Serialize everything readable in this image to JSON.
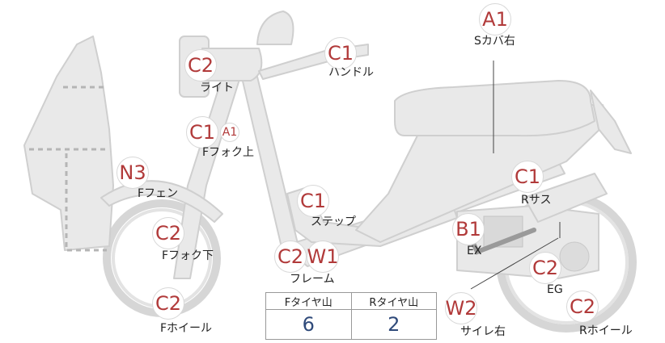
{
  "colors": {
    "part_fill": "#e9e9e9",
    "part_stroke": "#cfcfcf",
    "badge_text": "#b13a3a",
    "tire_value": "#2f4a7a"
  },
  "parts": [
    {
      "id": "s-cover-right",
      "codes": [
        {
          "code": "A1"
        }
      ],
      "label": "Sカバ右"
    },
    {
      "id": "handle",
      "codes": [
        {
          "code": "C1"
        }
      ],
      "label": "ハンドル"
    },
    {
      "id": "light",
      "codes": [
        {
          "code": "C2"
        }
      ],
      "label": "ライト"
    },
    {
      "id": "f-fork-upper",
      "codes": [
        {
          "code": "C1"
        },
        {
          "code": "A1"
        }
      ],
      "label": "Fフォク上"
    },
    {
      "id": "f-fender",
      "codes": [
        {
          "code": "N3"
        }
      ],
      "label": "Fフェン"
    },
    {
      "id": "step",
      "codes": [
        {
          "code": "C1"
        }
      ],
      "label": "ステップ"
    },
    {
      "id": "r-suspension",
      "codes": [
        {
          "code": "C1"
        }
      ],
      "label": "Rサス"
    },
    {
      "id": "f-fork-lower",
      "codes": [
        {
          "code": "C2"
        }
      ],
      "label": "Fフォク下"
    },
    {
      "id": "exhaust",
      "codes": [
        {
          "code": "B1"
        }
      ],
      "label": "EX"
    },
    {
      "id": "frame",
      "codes": [
        {
          "code": "C2"
        },
        {
          "code": "W1"
        }
      ],
      "label": "フレーム"
    },
    {
      "id": "engine",
      "codes": [
        {
          "code": "C2"
        }
      ],
      "label": "EG"
    },
    {
      "id": "f-wheel",
      "codes": [
        {
          "code": "C2"
        }
      ],
      "label": "Fホイール"
    },
    {
      "id": "muffler-right",
      "codes": [
        {
          "code": "W2"
        }
      ],
      "label": "サイレ右"
    },
    {
      "id": "r-wheel",
      "codes": [
        {
          "code": "C2"
        }
      ],
      "label": "Rホイール"
    }
  ],
  "tire_depth": {
    "headers": [
      "Fタイヤ山",
      "Rタイヤ山"
    ],
    "values": [
      "6",
      "2"
    ]
  }
}
